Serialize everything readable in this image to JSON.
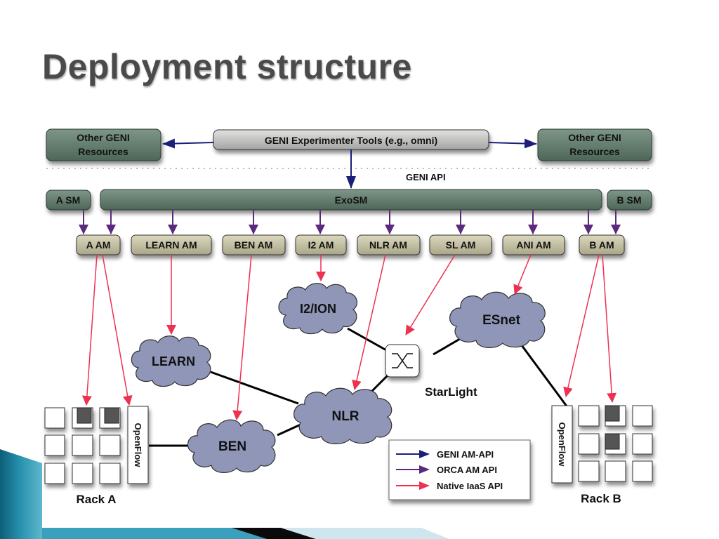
{
  "slide": {
    "title": "Deployment structure"
  },
  "top_row": {
    "tools": "GENI Experimenter Tools (e.g., omni)",
    "other_left": [
      "Other GENI",
      "Resources"
    ],
    "other_right": [
      "Other GENI",
      "Resources"
    ],
    "api_label": "GENI API"
  },
  "sm_row": {
    "a_sm": "A SM",
    "exo_sm": "ExoSM",
    "b_sm": "B SM"
  },
  "am_row": [
    {
      "id": "a-am",
      "label": "A AM"
    },
    {
      "id": "learn-am",
      "label": "LEARN AM"
    },
    {
      "id": "ben-am",
      "label": "BEN AM"
    },
    {
      "id": "i2-am",
      "label": "I2 AM"
    },
    {
      "id": "nlr-am",
      "label": "NLR AM"
    },
    {
      "id": "sl-am",
      "label": "SL AM"
    },
    {
      "id": "ani-am",
      "label": "ANI AM"
    },
    {
      "id": "b-am",
      "label": "B AM"
    }
  ],
  "networks": {
    "i2ion": "I2/ION",
    "esnet": "ESnet",
    "learn": "LEARN",
    "nlr": "NLR",
    "ben": "BEN",
    "starlight": "StarLight"
  },
  "racks": {
    "rack_a": {
      "label": "Rack A",
      "switch": "OpenFlow",
      "occupied_nodes": [
        1,
        2
      ]
    },
    "rack_b": {
      "label": "Rack B",
      "switch": "OpenFlow",
      "occupied_nodes": [
        1,
        4
      ]
    }
  },
  "legend": [
    {
      "label": "GENI AM-API",
      "color": "#1c1f78"
    },
    {
      "label": "ORCA AM API",
      "color": "#5b2a7e"
    },
    {
      "label": "Native IaaS API",
      "color": "#ee3150"
    }
  ],
  "colors": {
    "geni_api": "#1c1f78",
    "orca_api": "#5b2a7e",
    "iaas_api": "#ee3150",
    "sm_box": "#5f7a6c",
    "am_box": "#c9c4a4",
    "cloud": "#8f96b8",
    "accent_teal": "#1b7b96"
  }
}
